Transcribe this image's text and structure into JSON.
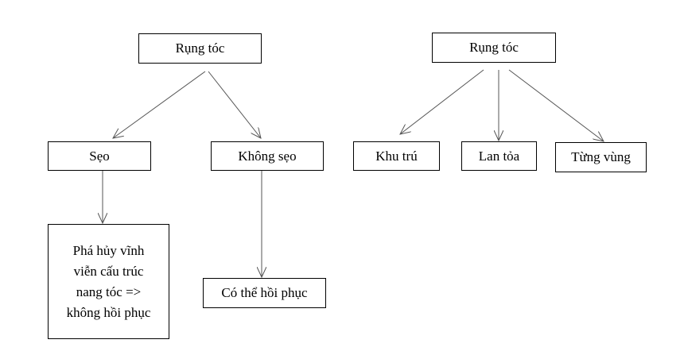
{
  "diagrams": [
    {
      "root": "Rụng tóc",
      "children": [
        {
          "label": "Sẹo",
          "child": "Phá hủy vĩnh\nviễn cấu trúc\nnang tóc =>\nkhông hồi phục"
        },
        {
          "label": "Không sẹo",
          "child": "Có thể hồi phục"
        }
      ]
    },
    {
      "root": "Rụng tóc",
      "children": [
        {
          "label": "Khu trú"
        },
        {
          "label": "Lan tỏa"
        },
        {
          "label": "Từng vùng"
        }
      ]
    }
  ],
  "colors": {
    "line": "#555555",
    "border": "#000000",
    "text": "#000000",
    "background": "#ffffff"
  }
}
